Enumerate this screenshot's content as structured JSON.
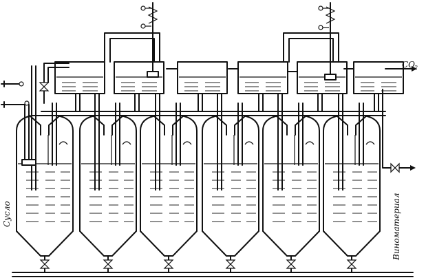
{
  "labels": {
    "co2": "CO",
    "co2_subscript": "2",
    "inlet": "Сусло",
    "outlet": "Виноматериал"
  },
  "apparatus": {
    "tank_count": 6,
    "header_vessel_count": 6
  },
  "colors": {
    "line": "#111111",
    "background": "#ffffff"
  }
}
